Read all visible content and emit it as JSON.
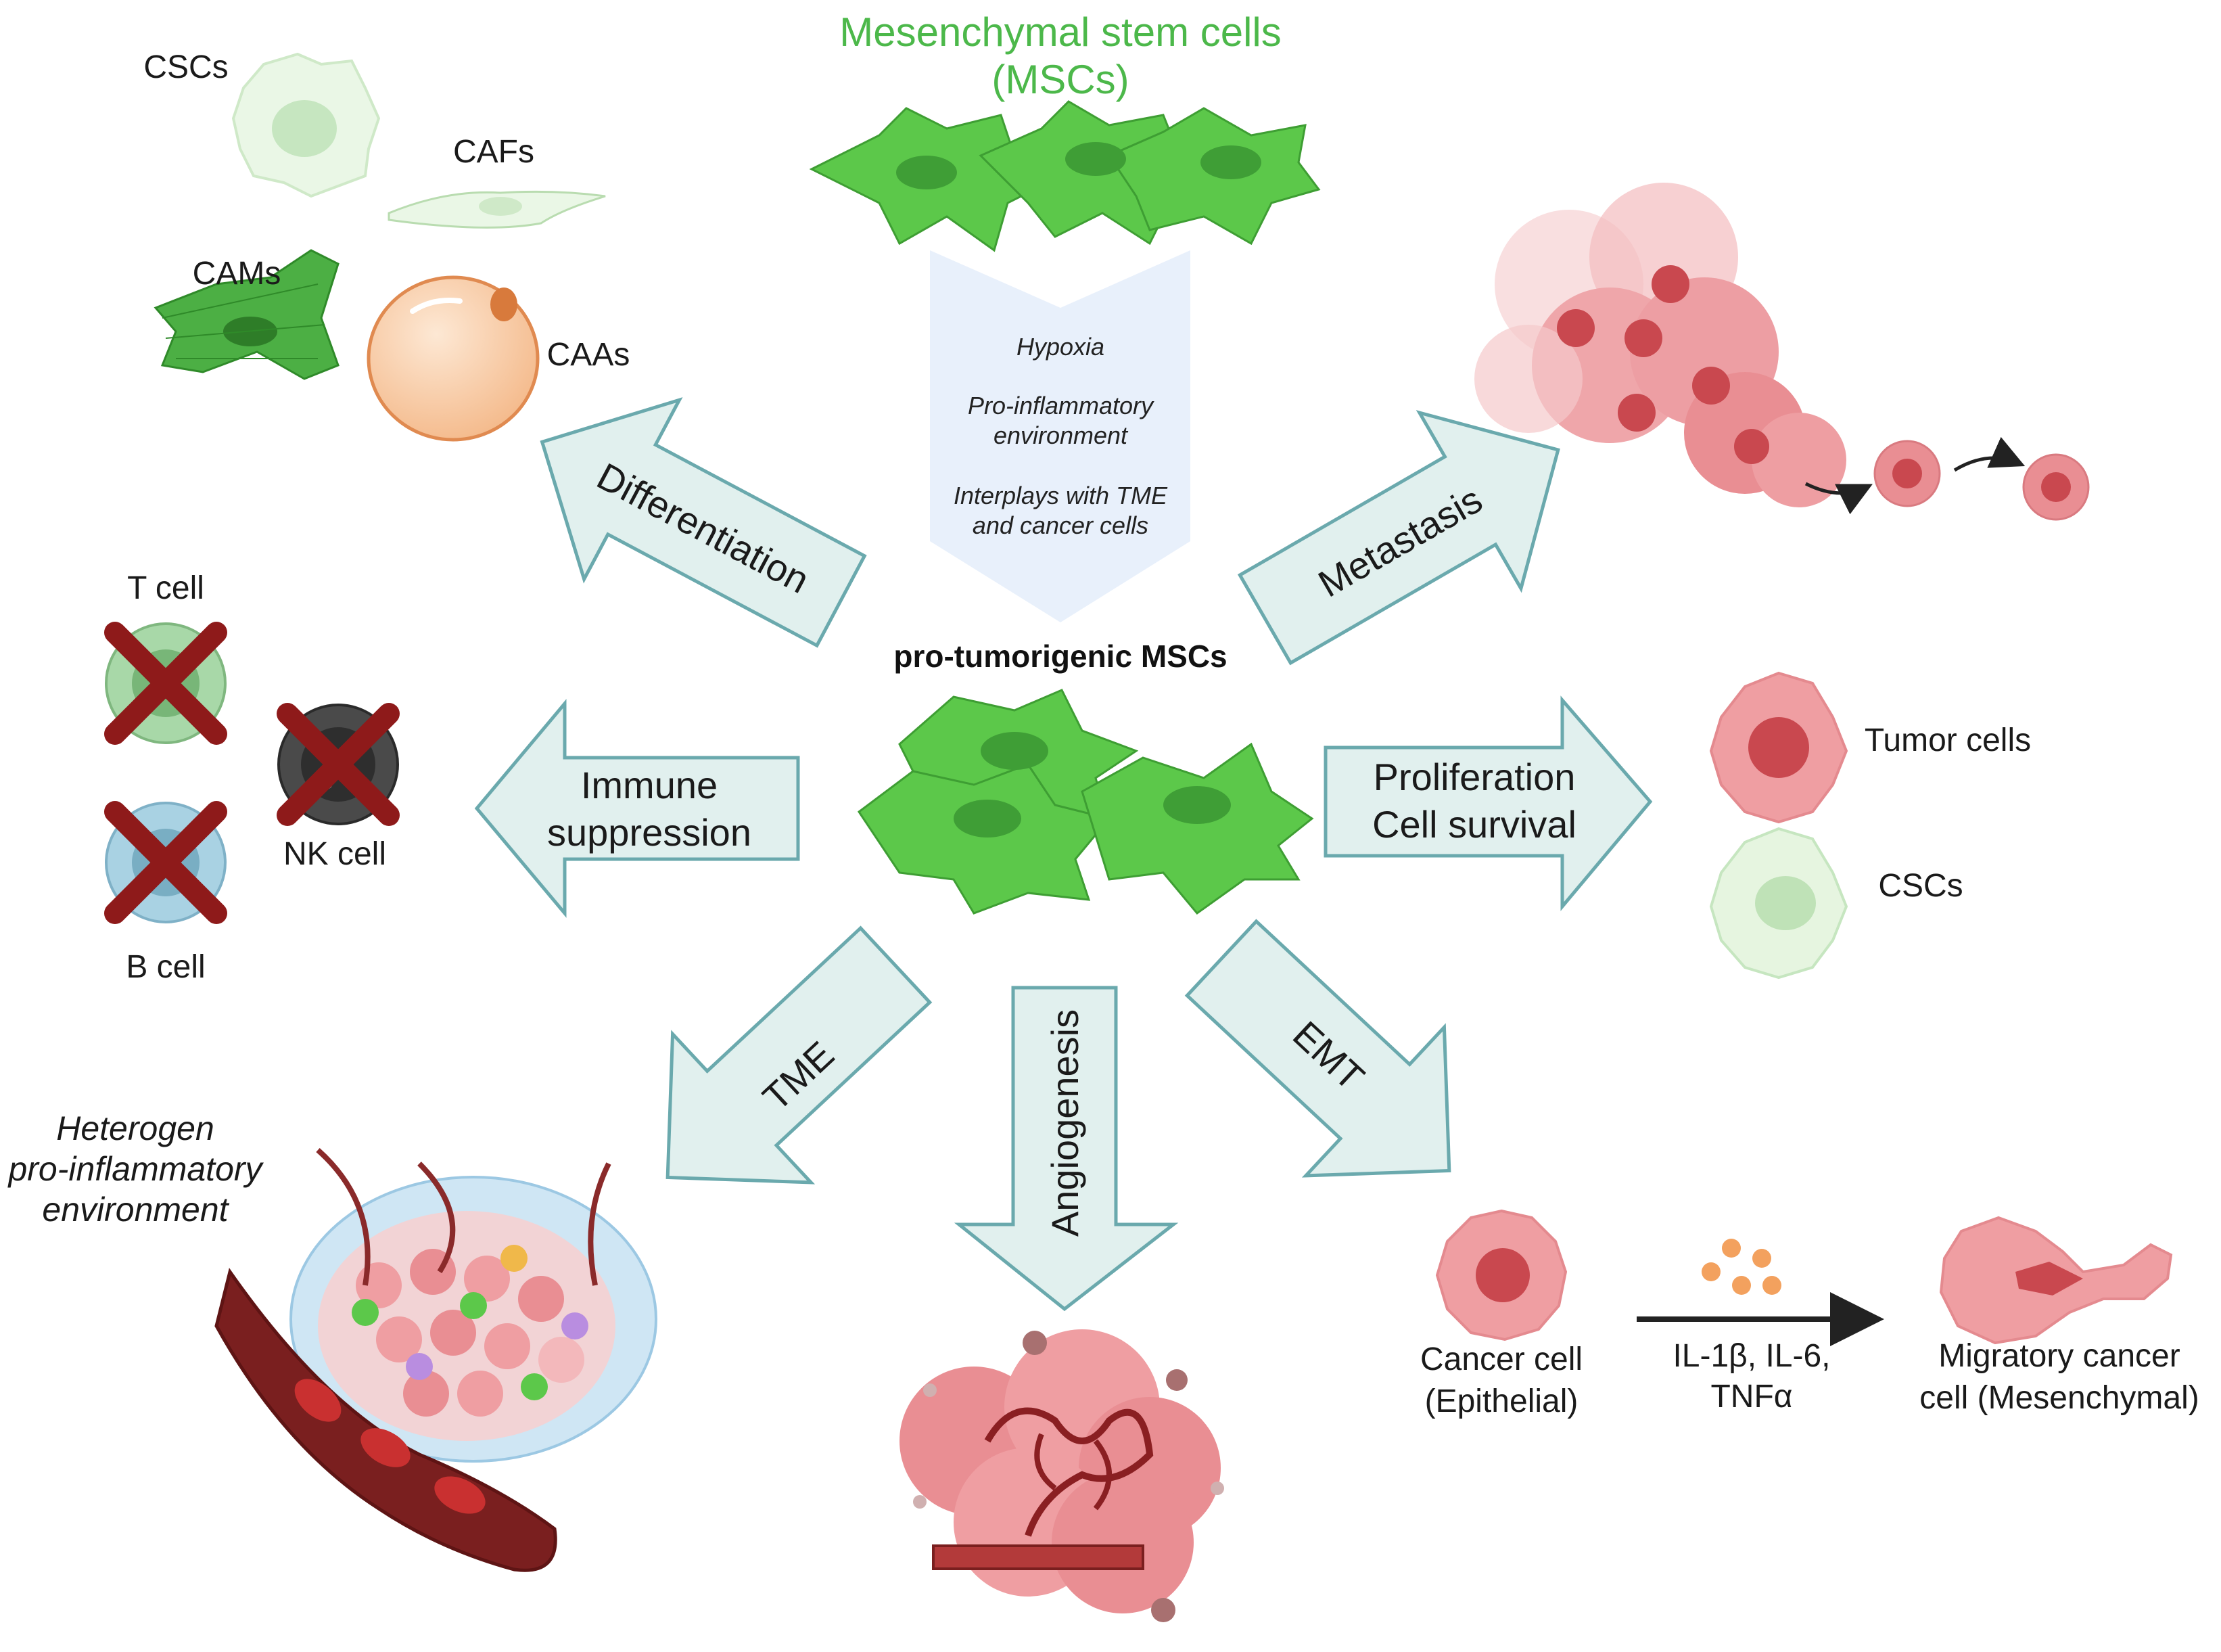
{
  "colors": {
    "msc_green": "#5cc84a",
    "msc_dark": "#2f9a2d",
    "title_green": "#4cb84a",
    "arrow_fill": "#e1f0ee",
    "arrow_stroke": "#6aa9ad",
    "banner_fill": "#e8f0fb",
    "tumor_pink": "#e98e93",
    "cross_red": "#8e1a1a"
  },
  "top": {
    "title_line1": "Mesenchymal stem cells",
    "title_line2": "(MSCs)"
  },
  "banner": {
    "line1": "Hypoxia",
    "line2": "Pro-inflammatory",
    "line3": "environment",
    "line4": "Interplays with TME",
    "line5": "and cancer cells"
  },
  "center": {
    "label": "pro-tumorigenic MSCs"
  },
  "arrows": {
    "differentiation": "Differentiation",
    "metastasis": "Metastasis",
    "immune_line1": "Immune",
    "immune_line2": "suppression",
    "prolif_line1": "Proliferation",
    "prolif_line2": "Cell survival",
    "tme": "TME",
    "angiogenesis": "Angiogenesis",
    "emt": "EMT"
  },
  "differentiation_cells": {
    "cscs": "CSCs",
    "cafs": "CAFs",
    "cams": "CAMs",
    "caas": "CAAs"
  },
  "immune_cells": {
    "t_cell": "T cell",
    "nk_cell": "NK cell",
    "b_cell": "B cell"
  },
  "proliferation_cells": {
    "tumor_cells": "Tumor cells",
    "cscs": "CSCs"
  },
  "tme_panel": {
    "line1": "Heterogen",
    "line2": "pro-inflammatory",
    "line3": "environment"
  },
  "emt_panel": {
    "cancer_line1": "Cancer cell",
    "cancer_line2": "(Epithelial)",
    "cytokines_line1": "IL-1β, IL-6,",
    "cytokines_line2": "TNFα",
    "migratory_line1": "Migratory cancer",
    "migratory_line2": "cell (Mesenchymal)"
  }
}
